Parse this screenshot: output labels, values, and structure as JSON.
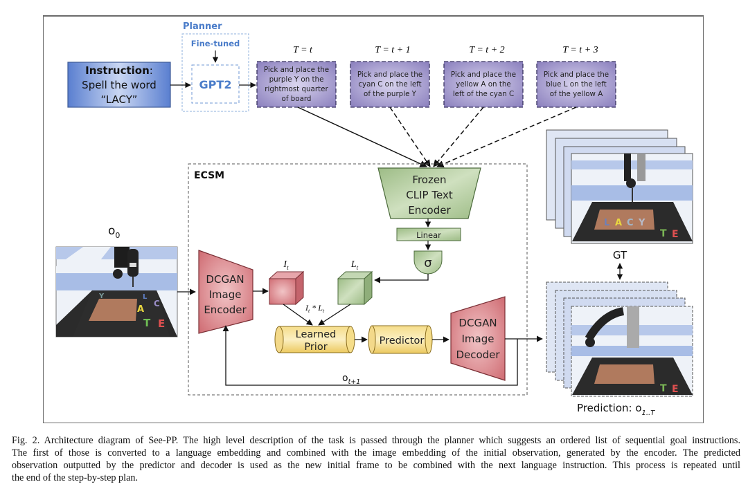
{
  "figure": {
    "planner": {
      "title": "Planner",
      "finetuned_label": "Fine-tuned",
      "model_label": "GPT2"
    },
    "instruction": {
      "title": "Instruction",
      "title_suffix": ":",
      "lines": [
        "Spell the word",
        "“LACY”"
      ]
    },
    "goals": [
      {
        "time_label": "T = t",
        "lines": [
          "Pick and place the",
          "purple Y on the",
          "rightmost quarter",
          "of board"
        ],
        "link_style": "solid"
      },
      {
        "time_label": "T = t + 1",
        "lines": [
          "Pick and place the",
          "cyan C on the left",
          "of the purple Y"
        ],
        "link_style": "dashed"
      },
      {
        "time_label": "T = t + 2",
        "lines": [
          "Pick and place the",
          "yellow A on the",
          "left of the cyan C"
        ],
        "link_style": "dashed"
      },
      {
        "time_label": "T = t + 3",
        "lines": [
          "Pick and place the",
          "blue L on the left",
          "of the yellow A"
        ],
        "link_style": "dashed"
      }
    ],
    "ecsm": {
      "title": "ECSM",
      "clip_encoder_lines": [
        "Frozen",
        "CLIP Text",
        "Encoder"
      ],
      "linear_label": "Linear",
      "sigma_label": "σ",
      "image_encoder_lines": [
        "DCGAN",
        "Image",
        "Encoder"
      ],
      "image_embedding_label": "I",
      "image_embedding_sub": "t",
      "language_embedding_label": "L",
      "language_embedding_sub": "t",
      "product_label": "I",
      "product_sub": "t",
      "product_op": " * ",
      "product_label2": "L",
      "product_sub2": "t",
      "learned_prior_lines": [
        "Learned",
        "Prior"
      ],
      "predictor_label": "Predictor",
      "image_decoder_lines": [
        "DCGAN",
        "Image",
        "Decoder"
      ],
      "feedback_label": "o",
      "feedback_sub": "t+1"
    },
    "initial_observation": {
      "label": "o",
      "sub": "0",
      "letters": [
        "Y",
        "L",
        "C",
        "A",
        "T",
        "E"
      ]
    },
    "ground_truth": {
      "label": "GT",
      "board_letters": [
        "L",
        "A",
        "C",
        "Y"
      ],
      "side_letters": [
        "T",
        "E"
      ]
    },
    "prediction": {
      "label": "Prediction: o",
      "sub": "1..T"
    },
    "colors": {
      "instruction_fill": "#6f8fd6",
      "planner_text": "#4a7cc9",
      "goal_fill": "#8d82bf",
      "clip_fill": "#a9c495",
      "encoder_fill": "#d9767c",
      "prior_fill": "#f2d77c",
      "scene_floor_blue": "#a8bde6",
      "board": "#2b2b2b",
      "mat": "#b07a5e"
    }
  },
  "caption": {
    "lines": [
      "Fig. 2.   Architecture diagram of See-PP. The high level description of the task is passed through the planner which suggests an ordered list of sequential goal instructions.",
      "The first of those is converted to a language embedding and combined with the image embedding of the initial observation, generated by the encoder. The predicted",
      "observation outputted by the predictor and decoder is used as the new initial frame to be combined with the next language instruction. This process is repeated until",
      "the end of the step-by-step plan."
    ]
  }
}
